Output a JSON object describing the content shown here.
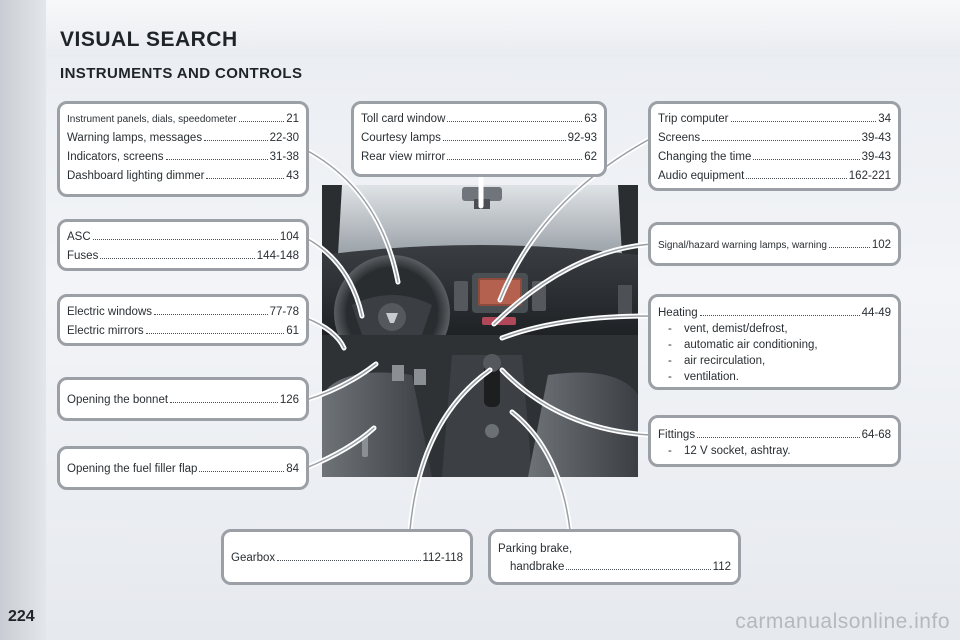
{
  "header": {
    "page_title": "VISUAL SEARCH",
    "section_title": "INSTRUMENTS AND CONTROLS"
  },
  "footer": {
    "page_number": "224",
    "watermark": "carmanualsonline.info"
  },
  "callouts": {
    "instrument_panels": [
      {
        "label": "Instrument panels, dials, speedometer",
        "page": "21"
      },
      {
        "label": "Warning lamps, messages",
        "page": "22-30"
      },
      {
        "label": "Indicators, screens",
        "page": "31-38"
      },
      {
        "label": "Dashboard lighting dimmer",
        "page": "43"
      }
    ],
    "asc_fuses": [
      {
        "label": "ASC",
        "page": "104"
      },
      {
        "label": "Fuses",
        "page": "144-148"
      }
    ],
    "windows_mirrors": [
      {
        "label": "Electric windows",
        "page": "77-78"
      },
      {
        "label": "Electric mirrors",
        "page": "61"
      }
    ],
    "bonnet": [
      {
        "label": "Opening the bonnet",
        "page": "126"
      }
    ],
    "fuel_flap": [
      {
        "label": "Opening the fuel filler flap",
        "page": "84"
      }
    ],
    "roof": [
      {
        "label": "Toll card window",
        "page": "63"
      },
      {
        "label": "Courtesy lamps",
        "page": "92-93"
      },
      {
        "label": "Rear view mirror",
        "page": "62"
      }
    ],
    "trip_computer": [
      {
        "label": "Trip computer",
        "page": "34"
      },
      {
        "label": "Screens",
        "page": "39-43"
      },
      {
        "label": "Changing the time",
        "page": "39-43"
      },
      {
        "label": "Audio equipment",
        "page": "162-221"
      }
    ],
    "hazard": [
      {
        "label": "Signal/hazard warning lamps, warning",
        "page": "102"
      }
    ],
    "heating": {
      "label": "Heating",
      "page": "44-49",
      "items": [
        "vent, demist/defrost,",
        "automatic air conditioning,",
        "air recirculation,",
        "ventilation."
      ]
    },
    "fittings": {
      "label": "Fittings",
      "page": "64-68",
      "items": [
        "12 V socket, ashtray."
      ]
    },
    "gearbox": [
      {
        "label": "Gearbox",
        "page": "112-118"
      }
    ],
    "parking_brake": {
      "line1": "Parking brake,",
      "line2": "handbrake",
      "page": "112"
    }
  },
  "colors": {
    "box_border": "#9ba0a6",
    "connector": "#ffffff",
    "text": "#1e2428"
  }
}
